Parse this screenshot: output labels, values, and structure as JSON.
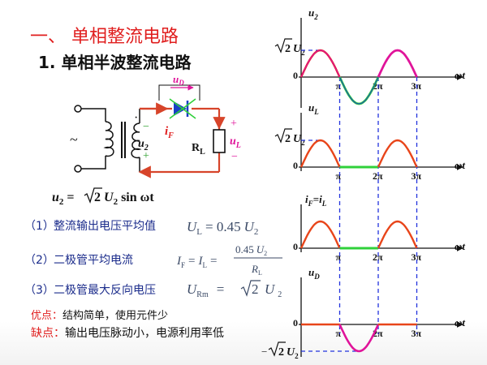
{
  "colors": {
    "red": "#e01e1e",
    "blue": "#1a3fc6",
    "navy": "#1c2d8c",
    "magenta": "#e0149a",
    "green": "#2fd03a",
    "orange": "#e8451a",
    "dash": "#2233dd",
    "slate": "#3b4a66",
    "wire": "#d7442a",
    "black": "#111111"
  },
  "heading": {
    "section": "一、 单相整流电路",
    "subsection": "1. 单相半波整流电路"
  },
  "circuit": {
    "source_symbol": "~",
    "u2_label": "u",
    "u2_sub": "2",
    "uD_label": "u",
    "uD_sub": "D",
    "iF_label": "i",
    "iF_sub": "F",
    "RL_label": "R",
    "RL_sub": "L",
    "uL_label": "u",
    "uL_sub": "L",
    "plus": "+",
    "minus": "−",
    "dot": "·"
  },
  "formula_source": {
    "lhs": "u",
    "lhs_sub": "2",
    "eq": " = ",
    "sqrt_arg": "2",
    "U": "U",
    "U_sub": "2",
    "rest": " sin ωt"
  },
  "items": [
    {
      "num": "（1）",
      "label": "整流输出电压平均值"
    },
    {
      "num": "（2）",
      "label": "二极管平均电流"
    },
    {
      "num": "（3）",
      "label": "二极管最大反向电压"
    }
  ],
  "formulas": {
    "f1": {
      "lhs": "U",
      "lhs_sub": "L",
      "eq": "= 0.45",
      "U": "U",
      "U_sub": "2"
    },
    "f2": {
      "I": "I",
      "F": "F",
      "eq": "=",
      "L": "L",
      "eq2": "=",
      "num": "0.45",
      "U": "U",
      "U_sub": "2",
      "den": "R",
      "den_sub": "L"
    },
    "f3": {
      "lhs": "U",
      "lhs_sub": "Rm",
      "eq": "=",
      "sqrt_arg": "2",
      "U": "U",
      "U_sub": "2"
    }
  },
  "notes": {
    "adv_label": "优点：",
    "adv_text": "结构简单，使用元件少",
    "dis_label": "缺点：",
    "dis_text": "输出电压脉动小，电源利用率低"
  },
  "waveforms": {
    "axis_x": "ωt",
    "origin": "0",
    "pi": "π",
    "two_pi": "2π",
    "three_pi": "3π",
    "sqrt2": "2",
    "U": "U",
    "U_sub": "2",
    "neg": "−",
    "panels": [
      {
        "label": "u",
        "sub": "2"
      },
      {
        "label": "u",
        "sub": "L"
      },
      {
        "label": "i",
        "sub": "F",
        "eq": "=",
        "label2": "i",
        "sub2": "L"
      },
      {
        "label": "u",
        "sub": "D"
      }
    ]
  }
}
